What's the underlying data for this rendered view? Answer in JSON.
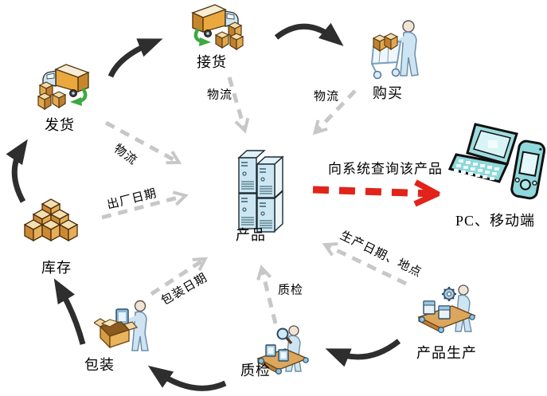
{
  "nodes": {
    "receiving": "接货",
    "purchase": "购买",
    "shipping": "发货",
    "inventory": "库存",
    "packaging": "包装",
    "inspection": "质检",
    "production": "产品生产",
    "product": "产品",
    "devices": "PC、移动端"
  },
  "edge_labels": {
    "receiving_logistics": "物流",
    "purchase_logistics": "物流",
    "shipping_logistics": "物流",
    "inventory_factory_date": "出厂日期",
    "packaging_date": "包装日期",
    "inspection_check": "质检",
    "production_date_place": "生产日期、地点",
    "system_query": "向系统查询该产品"
  },
  "icons": {
    "receiving": "truck-unload-icon",
    "purchase": "shopping-cart-person-icon",
    "shipping": "truck-load-icon",
    "inventory": "stacked-boxes-icon",
    "packaging": "open-box-person-icon",
    "inspection": "magnifier-conveyor-icon",
    "production": "assembly-line-icon",
    "product": "server-stack-icon",
    "devices": "laptop-pda-icon"
  },
  "colors": {
    "flow_arrow": "#2e2e2e",
    "info_arrow": "#c7c7c7",
    "query_arrow": "#e2231a",
    "text": "#000000",
    "background": "#ffffff"
  }
}
